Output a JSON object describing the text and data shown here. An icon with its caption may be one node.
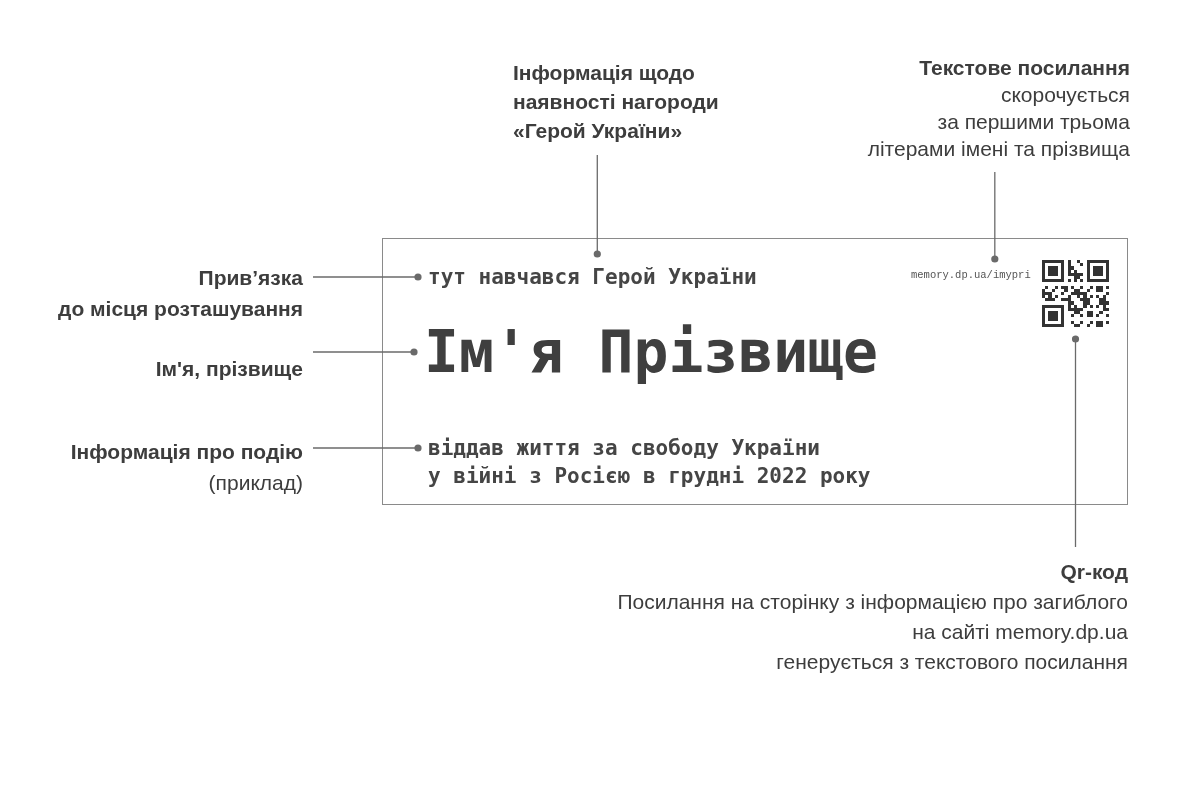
{
  "diagram": {
    "nodes": [
      {
        "text": [
          "Інформація щодо наявності нагороди «Герой України»"
        ]
      },
      {
        "text": [
          "Текстове посилання",
          "скорочується за першими трьома літерами імені та прізвища"
        ]
      },
      {
        "text": [
          "Прив’язка до місця розташування"
        ]
      },
      {
        "text": [],
        "shape": "box"
      },
      {
        "text": [
          "тут навчався"
        ],
        "in": 3
      },
      {
        "text": [
          "Герой України"
        ],
        "in": 3
      },
      {
        "text": [
          "memory.dp.ua/imypri"
        ],
        "in": 3
      },
      {
        "text": [],
        "shape": "picture",
        "in": 3
      },
      {
        "text": [
          "Ім'я Прізвище"
        ],
        "in": 3
      },
      {
        "text": [
          "віддав життя за свободу України у війні з Росією в грудні 2022 року"
        ],
        "in": 3
      },
      {
        "text": [
          "Ім'я, прізвище"
        ]
      },
      {
        "text": [
          "Інформація про подію",
          "(приклад)"
        ]
      },
      {
        "text": [
          "Qr-код",
          "Посилання на сторінку з інформацією про загиблого на сайті memory.dp.ua генерується з текстового посилання"
        ]
      }
    ],
    "edges": [
      {
        "from": 0,
        "to": 5,
        "arrow": "other"
      },
      {
        "from": 1,
        "to": 6,
        "arrow": "other"
      },
      {
        "from": 2,
        "to": 4,
        "arrow": "other"
      },
      {
        "from": 10,
        "to": 8,
        "arrow": "other"
      },
      {
        "from": 11,
        "to": 9,
        "arrow": "other"
      },
      {
        "from": 12,
        "to": 7,
        "arrow": "other"
      }
    ]
  }
}
